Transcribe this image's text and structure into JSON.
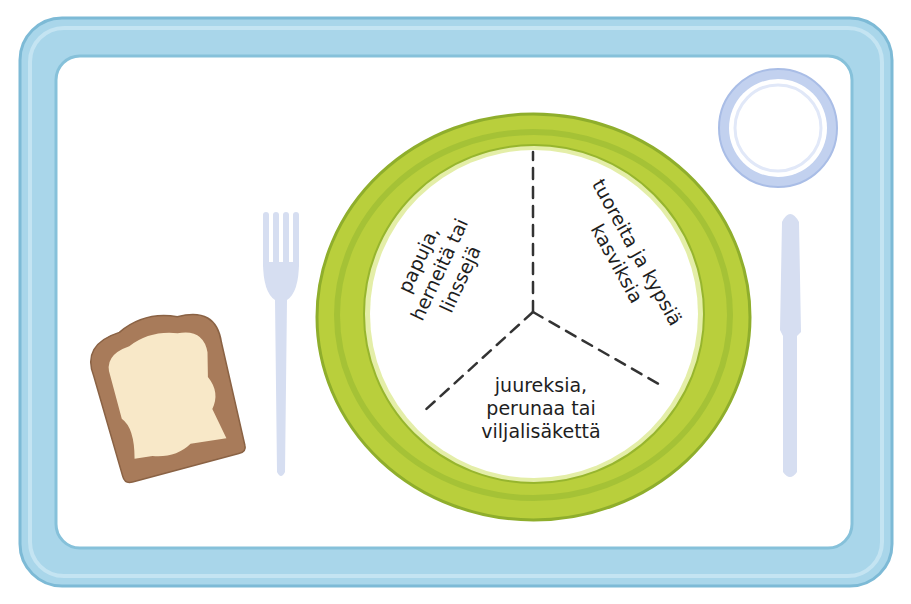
{
  "diagram": {
    "nodes": [
      {
        "text": [
          "papuja, herneitä tai linssejä",
          "tuoreita ja kypsiä kasviksia",
          "juureksia, perunaa tai viljalisäkettä"
        ]
      }
    ]
  }
}
